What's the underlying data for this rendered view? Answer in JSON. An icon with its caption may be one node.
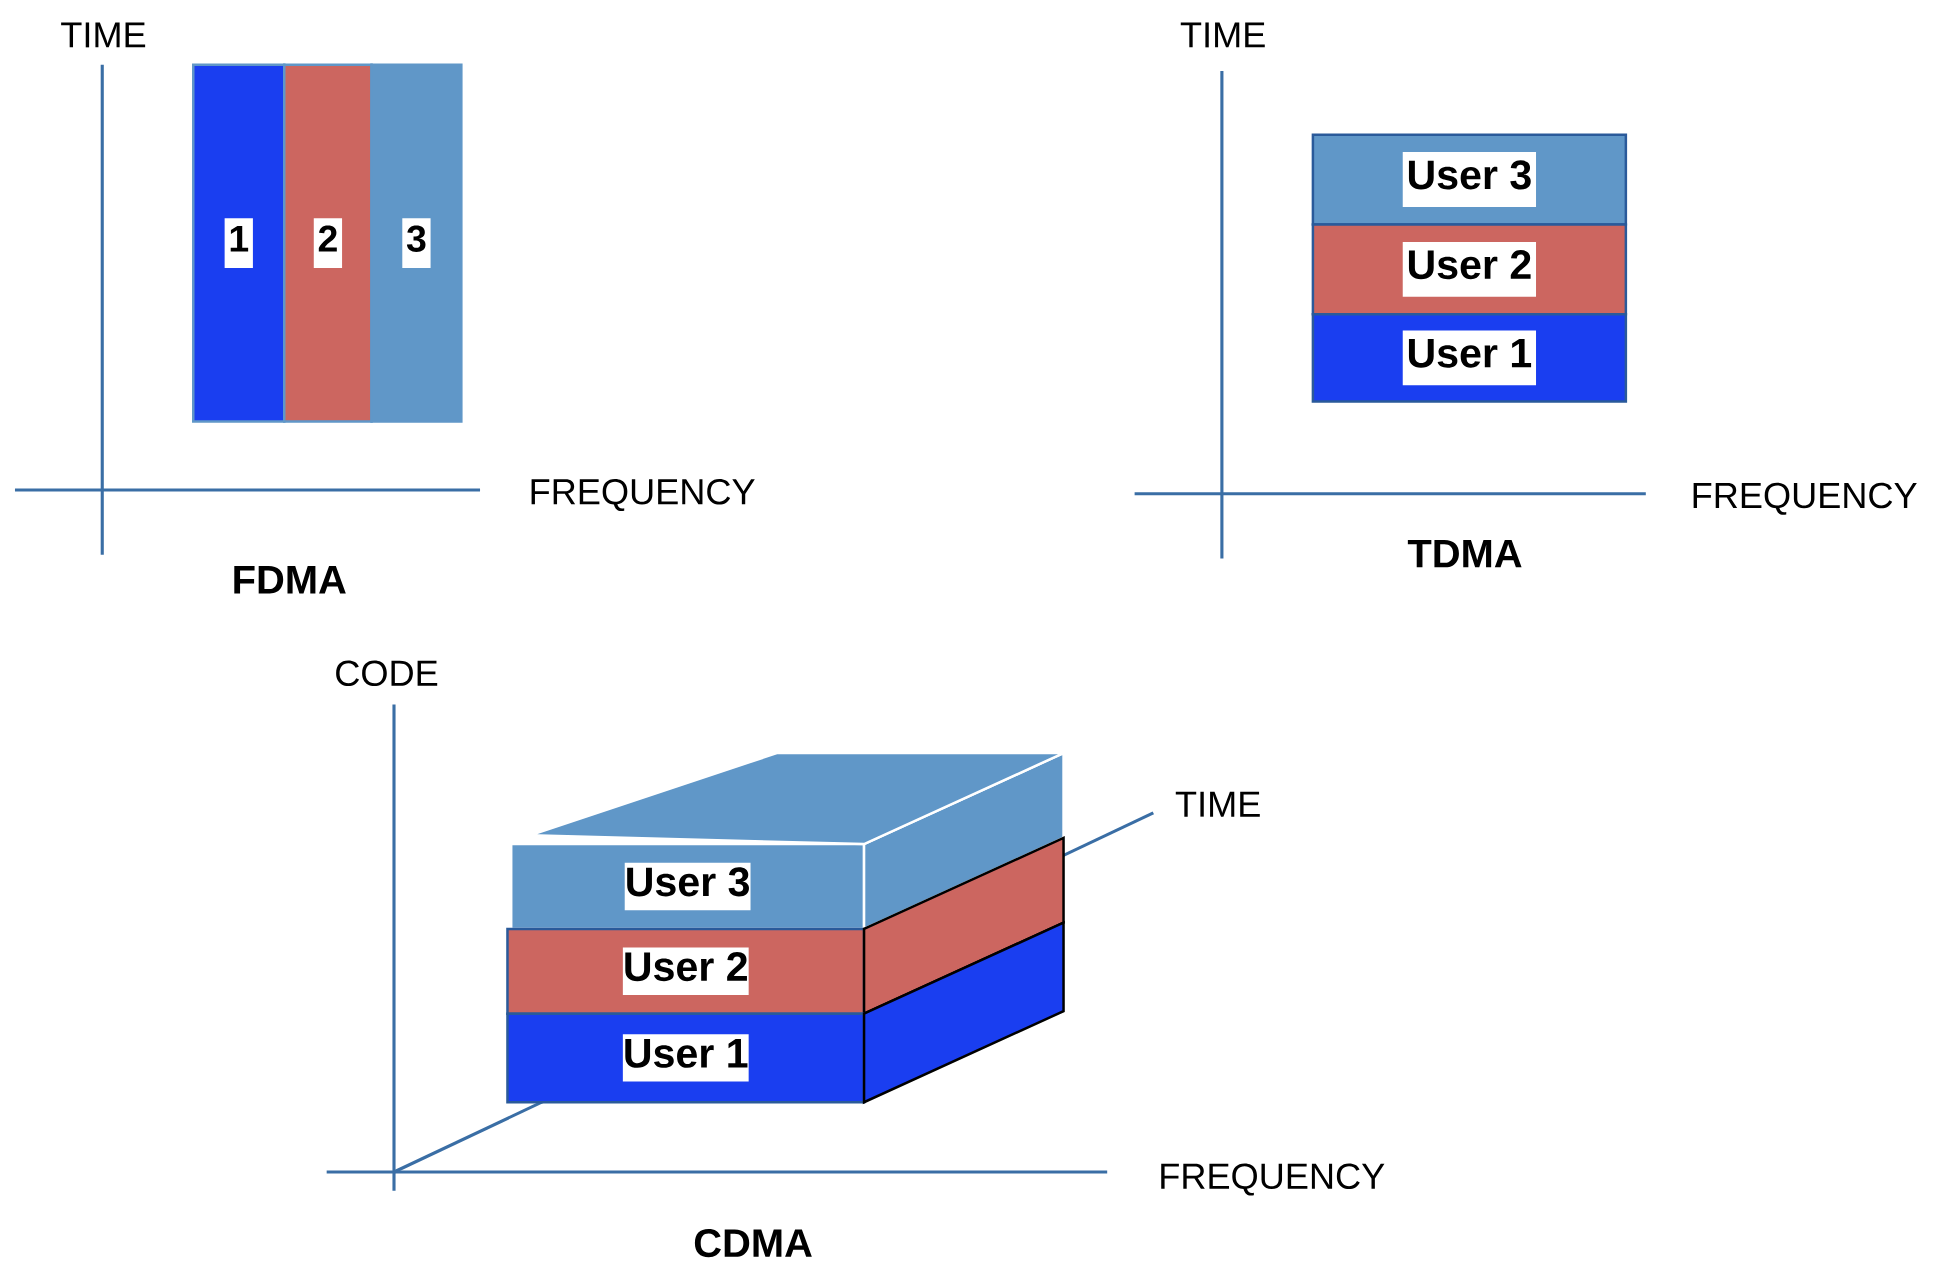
{
  "diagram": {
    "nodes": [
      {
        "text": [
          "1"
        ]
      },
      {
        "text": [
          "2"
        ]
      },
      {
        "text": [
          "3"
        ]
      },
      {
        "text": [
          "User 3"
        ]
      },
      {
        "text": [
          "User 2"
        ]
      },
      {
        "text": [
          "User 1"
        ]
      },
      {
        "text": [],
        "shape": "box"
      },
      {
        "text": [
          "User 3"
        ],
        "in": 6
      },
      {
        "text": [
          "User 2"
        ],
        "in": 6
      },
      {
        "text": [
          "User 1"
        ],
        "in": 6
      }
    ],
    "labels": [
      "TIME",
      "FREQUENCY",
      "FDMA",
      "TIME",
      "FREQUENCY",
      "TDMA",
      "CODE",
      "TIME",
      "FREQUENCY",
      "CDMA"
    ]
  }
}
